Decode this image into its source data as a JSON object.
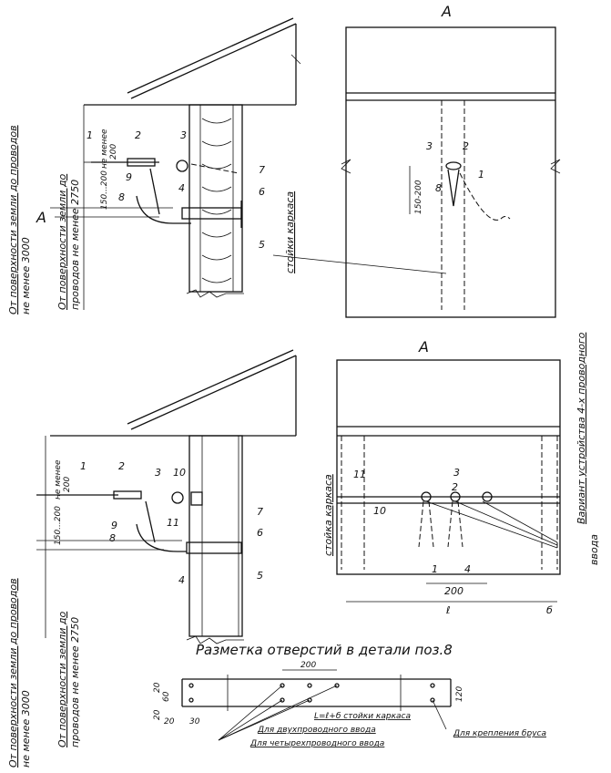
{
  "views": {
    "top_right_label": "А",
    "bottom_right_label": "А",
    "section_mark": "А"
  },
  "vertical_texts": {
    "ground_to_wires_1": "От поверхности земли до проводов",
    "ground_to_wires_1b": "не менее 3000",
    "ground_to_wires_2": "От поверхности земли до",
    "ground_to_wires_2b": "проводов не менее 2750",
    "frame_post_top": "стойки каркаса",
    "ground_to_wires_3": "От поверхности земли до проводов",
    "ground_to_wires_3b": "не менее 3000",
    "ground_to_wires_4": "От поверхности земли до",
    "ground_to_wires_4b": "проводов не менее 2750",
    "frame_post_bottom": "стойка каркаса",
    "variant_title_1": "Вариант устройства 4-х проводного",
    "variant_title_2": "ввода"
  },
  "dims": {
    "not_less_200_a": "не менее",
    "not_less_200_b": "200",
    "range_150_200": "150...200",
    "range_150_200_b": "150-200",
    "dim_200": "200",
    "dim_b": "б",
    "dim_l": "ℓ",
    "detail_200": "200",
    "d20a": "20",
    "d60": "60",
    "d20b": "20",
    "d20c": "20",
    "d30": "30",
    "d120": "120"
  },
  "positions": [
    "1",
    "2",
    "3",
    "4",
    "5",
    "6",
    "7",
    "8",
    "9",
    "10",
    "11"
  ],
  "detail": {
    "title": "Разметка отверстий в детали поз.8",
    "formula": "L=ℓ+б стойки каркаса",
    "two_wire": "Для двухпроводного ввода",
    "four_wire": "Для четырехпроводного ввода",
    "bracket": "Для крепления бруса"
  }
}
